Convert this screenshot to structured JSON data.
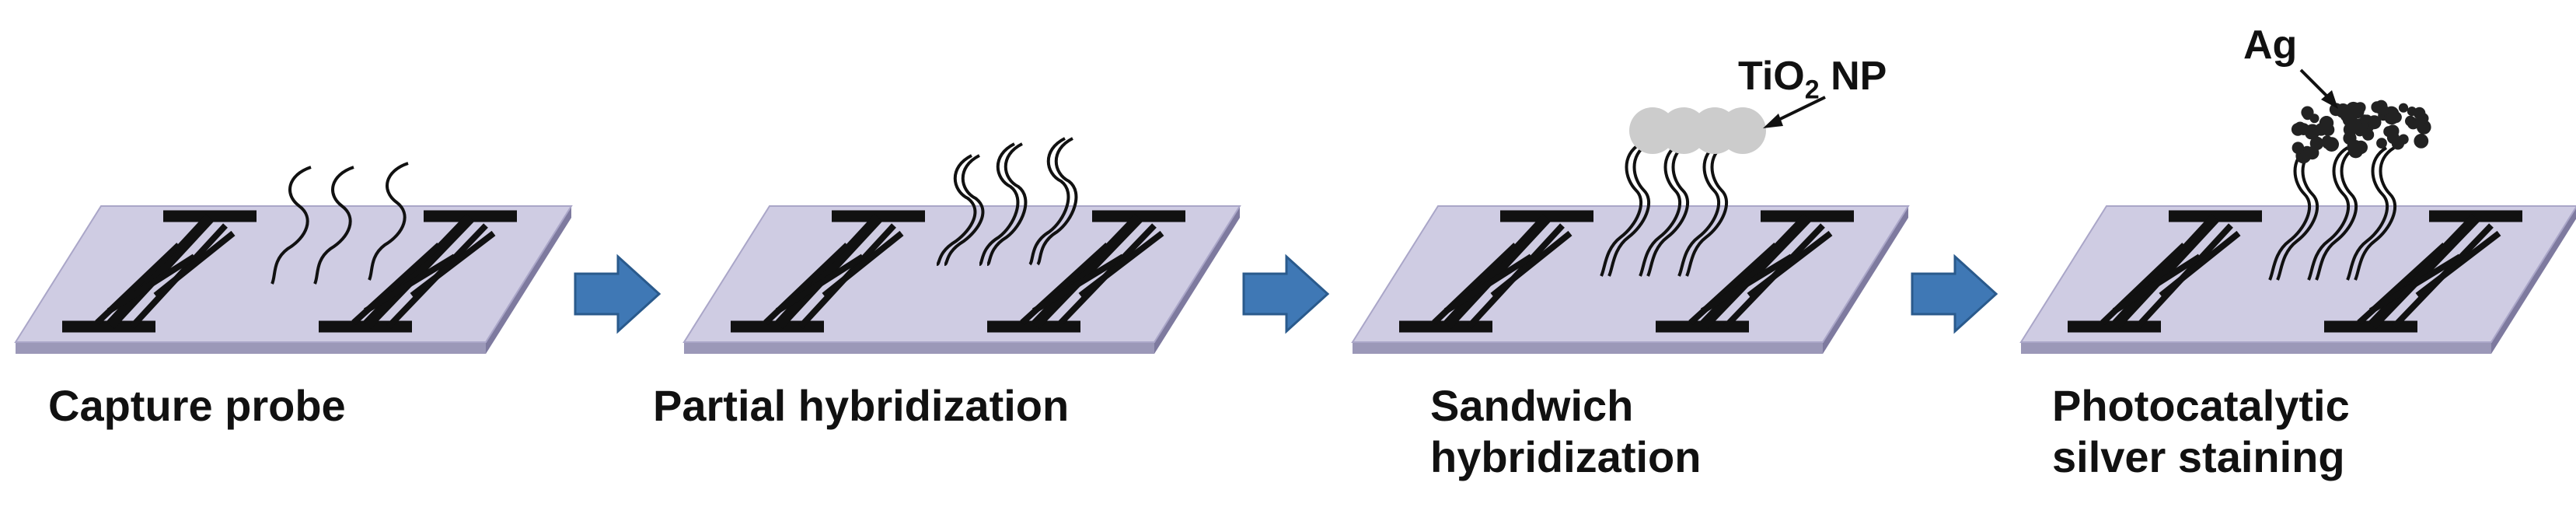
{
  "steps": [
    {
      "label": "Capture probe"
    },
    {
      "label": "Partial hybridization"
    },
    {
      "label_line1": "Sandwich",
      "label_line2": "hybridization"
    },
    {
      "label_line1": "Photocatalytic",
      "label_line2": "silver staining"
    }
  ],
  "annotations": {
    "tio2_prefix": "TiO",
    "tio2_subscript": "2",
    "tio2_suffix": " NP",
    "ag": "Ag"
  },
  "colors": {
    "substrate_top": "#cfcce3",
    "substrate_side": "#9b98b8",
    "electrode": "#111111",
    "arrow": "#3f78b5",
    "arrow_edge": "#2a5a8c",
    "nanoparticle": "#cccccc",
    "silver": "#222222"
  }
}
